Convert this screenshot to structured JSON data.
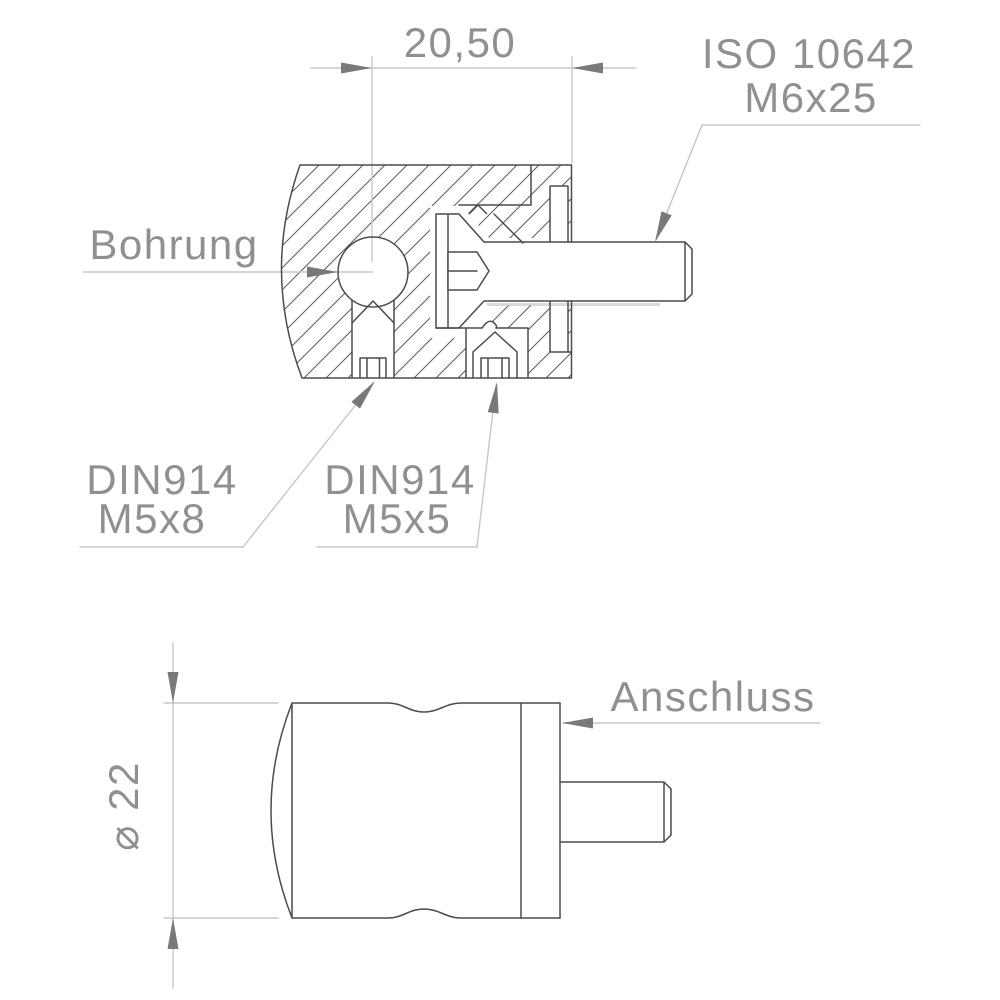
{
  "drawing_type": "technical drawing, 2-view (section + side view) of a clamp fitting",
  "colors": {
    "background": "#ffffff",
    "outline": "#4b4c4e",
    "hatch": "#5a5b5f",
    "light_line": "#c6c7c9",
    "arrow": "#78797b",
    "text": "#8f9092"
  },
  "views": {
    "section": {
      "dim_width": "20,50",
      "bore_label": "Bohrung",
      "screw_label_line1": "ISO 10642",
      "screw_label_line2": "M6x25",
      "setscrew_left_line1": "DIN914",
      "setscrew_left_line2": "M5x8",
      "setscrew_right_line1": "DIN914",
      "setscrew_right_line2": "M5x5"
    },
    "side": {
      "dim_diameter": "⌀ 22",
      "connection_label": "Anschluss"
    }
  }
}
